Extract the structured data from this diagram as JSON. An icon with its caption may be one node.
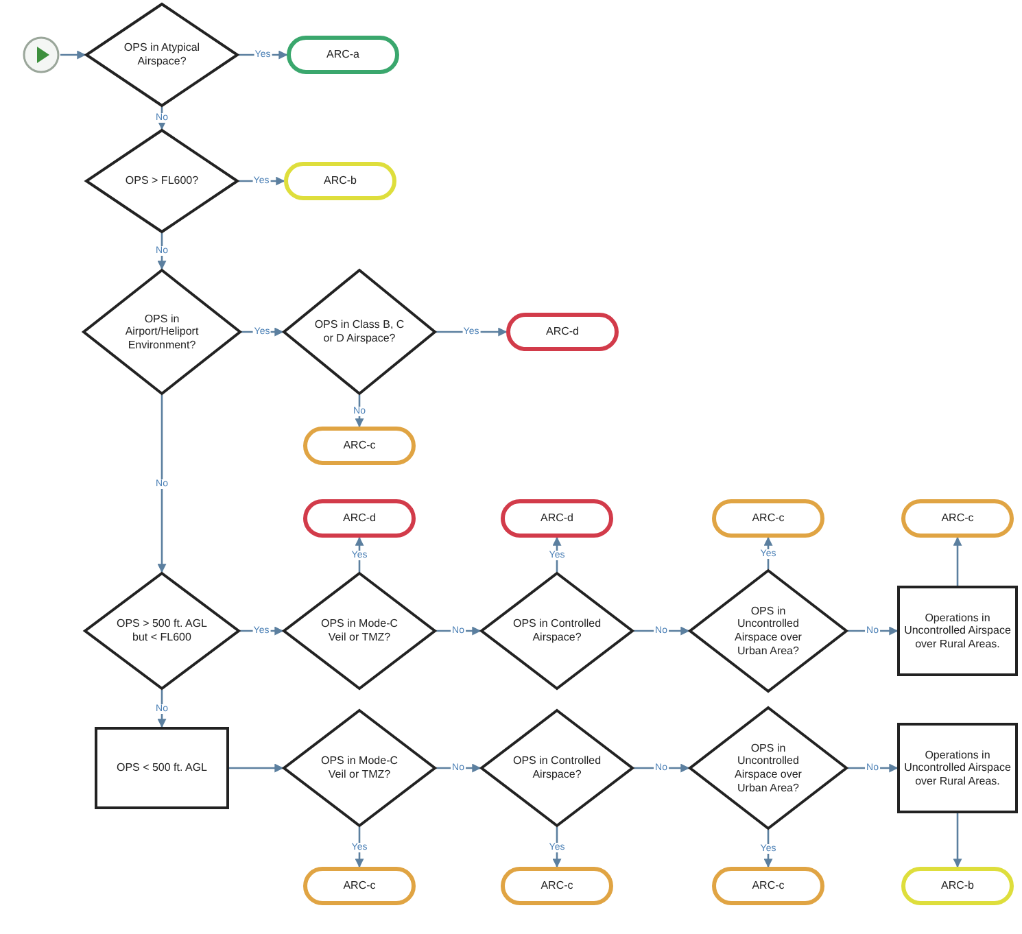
{
  "diagram": {
    "nodes": [
      {
        "text": [],
        "shape": "circle"
      },
      {
        "text": [
          "OPS in Atypical Airspace?"
        ]
      },
      {
        "text": [
          "ARC-a"
        ]
      },
      {
        "text": [
          "OPS > FL600?"
        ]
      },
      {
        "text": [
          "ARC-b"
        ]
      },
      {
        "text": [
          "OPS in Airport/Heliport Environment?"
        ]
      },
      {
        "text": [
          "OPS in Class B, C or D Airspace?"
        ]
      },
      {
        "text": [
          "ARC-d"
        ]
      },
      {
        "text": [
          "ARC-c"
        ]
      },
      {
        "text": [
          "OPS > 500 ft. AGL but < FL600"
        ]
      },
      {
        "text": [
          "ARC-d"
        ]
      },
      {
        "text": [
          "OPS in Mode-C Veil or TMZ?"
        ]
      },
      {
        "text": [
          "ARC-d"
        ]
      },
      {
        "text": [
          "OPS in Controlled Airspace?"
        ]
      },
      {
        "text": [
          "ARC-c"
        ]
      },
      {
        "text": [
          "OPS in Uncontrolled Airspace over Urban Area?"
        ]
      },
      {
        "text": [
          "ARC-c"
        ]
      },
      {
        "text": [
          "Operations in Uncontrolled Airspace over Rural Areas."
        ]
      },
      {
        "text": [
          "OPS < 500 ft. AGL"
        ]
      },
      {
        "text": [
          "OPS in Mode-C Veil or TMZ?"
        ]
      },
      {
        "text": [
          "OPS in Controlled Airspace?"
        ]
      },
      {
        "text": [
          "OPS in Uncontrolled Airspace over Urban Area?"
        ]
      },
      {
        "text": [
          "Operations in Uncontrolled Airspace over Rural Areas."
        ]
      },
      {
        "text": [
          "ARC-c"
        ]
      },
      {
        "text": [
          "ARC-c"
        ]
      },
      {
        "text": [
          "ARC-c"
        ]
      },
      {
        "text": [
          "ARC-b"
        ]
      }
    ],
    "edges": [
      {
        "from": 0,
        "to": 1,
        "arrow": "to"
      },
      {
        "from": 1,
        "to": 2,
        "arrow": "to",
        "label": "Yes"
      },
      {
        "from": 1,
        "to": 3,
        "arrow": "to",
        "label": "No"
      },
      {
        "from": 3,
        "to": 4,
        "arrow": "to",
        "label": "Yes"
      },
      {
        "from": 3,
        "to": 5,
        "arrow": "to",
        "label": "No"
      },
      {
        "from": 5,
        "to": 6,
        "arrow": "to",
        "label": "Yes"
      },
      {
        "from": 6,
        "to": 7,
        "arrow": "to",
        "label": "Yes"
      },
      {
        "from": 6,
        "to": 8,
        "arrow": "to",
        "label": "No"
      },
      {
        "from": 5,
        "to": 9,
        "arrow": "to",
        "label": "No"
      },
      {
        "from": 9,
        "to": 11,
        "arrow": "to",
        "label": "Yes"
      },
      {
        "from": 11,
        "to": 10,
        "arrow": "to",
        "label": "Yes"
      },
      {
        "from": 11,
        "to": 13,
        "arrow": "to",
        "label": "No"
      },
      {
        "from": 13,
        "to": 12,
        "arrow": "to",
        "label": "Yes"
      },
      {
        "from": 13,
        "to": 15,
        "arrow": "to",
        "label": "No"
      },
      {
        "from": 15,
        "to": 14,
        "arrow": "to",
        "label": "Yes"
      },
      {
        "from": 15,
        "to": 17,
        "arrow": "to",
        "label": "No"
      },
      {
        "from": 17,
        "to": 16,
        "arrow": "to"
      },
      {
        "from": 9,
        "to": 18,
        "arrow": "to",
        "label": "No"
      },
      {
        "from": 18,
        "to": 19,
        "arrow": "to"
      },
      {
        "from": 19,
        "to": 23,
        "arrow": "to",
        "label": "Yes"
      },
      {
        "from": 19,
        "to": 20,
        "arrow": "to",
        "label": "No"
      },
      {
        "from": 20,
        "to": 24,
        "arrow": "to",
        "label": "Yes"
      },
      {
        "from": 20,
        "to": 21,
        "arrow": "to",
        "label": "No"
      },
      {
        "from": 21,
        "to": 25,
        "arrow": "to",
        "label": "Yes"
      },
      {
        "from": 21,
        "to": 22,
        "arrow": "to",
        "label": "No"
      },
      {
        "from": 22,
        "to": 26,
        "arrow": "to"
      }
    ]
  }
}
